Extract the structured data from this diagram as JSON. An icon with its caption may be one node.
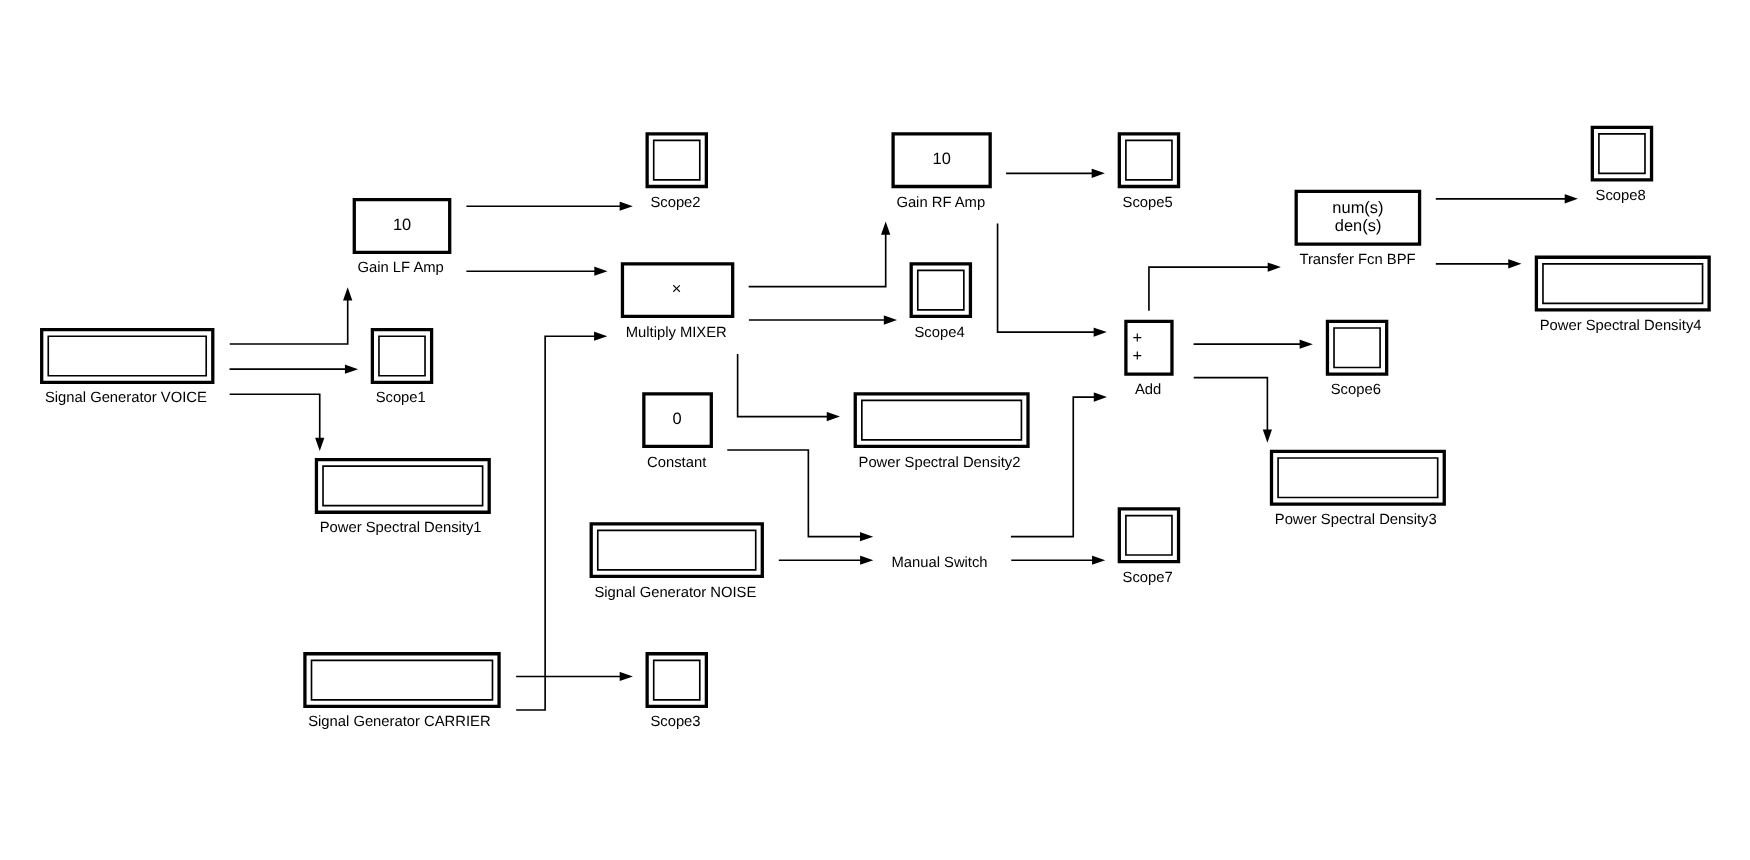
{
  "diagram": {
    "nodes": [
      {
        "text": [
          "Signal Generator VOICE"
        ]
      },
      {
        "text": [
          "Signal Generator CARRIER"
        ]
      },
      {
        "text": [
          "Scope3"
        ]
      },
      {
        "text": [
          "10",
          "Gain LF Amp"
        ]
      },
      {
        "text": [
          "×",
          "Multiply MIXER"
        ]
      },
      {
        "text": [
          "0",
          "Constant"
        ]
      },
      {
        "text": [
          "Signal Generator NOISE"
        ]
      },
      {
        "text": [
          "Manual Switch"
        ]
      },
      {
        "text": [
          "Scope7"
        ]
      },
      {
        "text": [
          "10",
          "Gain RF Amp"
        ]
      },
      {
        "text": [
          "+",
          "+",
          "Add"
        ]
      },
      {
        "text": [
          "num(s)",
          "den(s)",
          "Transfer Fcn BPF"
        ]
      },
      {
        "text": [
          "Scope8"
        ]
      },
      {
        "text": [
          "Scope1"
        ]
      },
      {
        "text": [
          "Scope2"
        ]
      },
      {
        "text": [
          "Scope4"
        ]
      },
      {
        "text": [
          "Scope5"
        ]
      },
      {
        "text": [
          "Scope6"
        ]
      },
      {
        "text": [
          "Power Spectral Density1"
        ]
      },
      {
        "text": [
          "Power Spectral Density2"
        ]
      },
      {
        "text": [
          "Power Spectral Density3"
        ]
      },
      {
        "text": [
          "Power Spectral Density4"
        ]
      }
    ],
    "edges": [
      {
        "from": 0,
        "to": 3,
        "arrow": "to"
      },
      {
        "from": 0,
        "to": 13,
        "arrow": "to"
      },
      {
        "from": 0,
        "to": 18,
        "arrow": "to"
      },
      {
        "from": 1,
        "to": 2,
        "arrow": "to"
      },
      {
        "from": 1,
        "to": 4,
        "arrow": "to"
      },
      {
        "from": 3,
        "to": 4,
        "arrow": "to"
      },
      {
        "from": 3,
        "to": 14,
        "arrow": "to"
      },
      {
        "from": 4,
        "to": 9,
        "arrow": "to"
      },
      {
        "from": 4,
        "to": 15,
        "arrow": "to"
      },
      {
        "from": 4,
        "to": 19,
        "arrow": "to"
      },
      {
        "from": 5,
        "to": 7,
        "arrow": "to"
      },
      {
        "from": 6,
        "to": 7,
        "arrow": "to"
      },
      {
        "from": 7,
        "to": 8,
        "arrow": "to"
      },
      {
        "from": 7,
        "to": 10,
        "arrow": "to"
      },
      {
        "from": 9,
        "to": 10,
        "arrow": "to"
      },
      {
        "from": 9,
        "to": 16,
        "arrow": "to"
      },
      {
        "from": 10,
        "to": 11,
        "arrow": "to"
      },
      {
        "from": 10,
        "to": 17,
        "arrow": "to"
      },
      {
        "from": 10,
        "to": 20,
        "arrow": "to"
      },
      {
        "from": 11,
        "to": 12,
        "arrow": "to"
      },
      {
        "from": 11,
        "to": 21,
        "arrow": "to"
      }
    ]
  }
}
